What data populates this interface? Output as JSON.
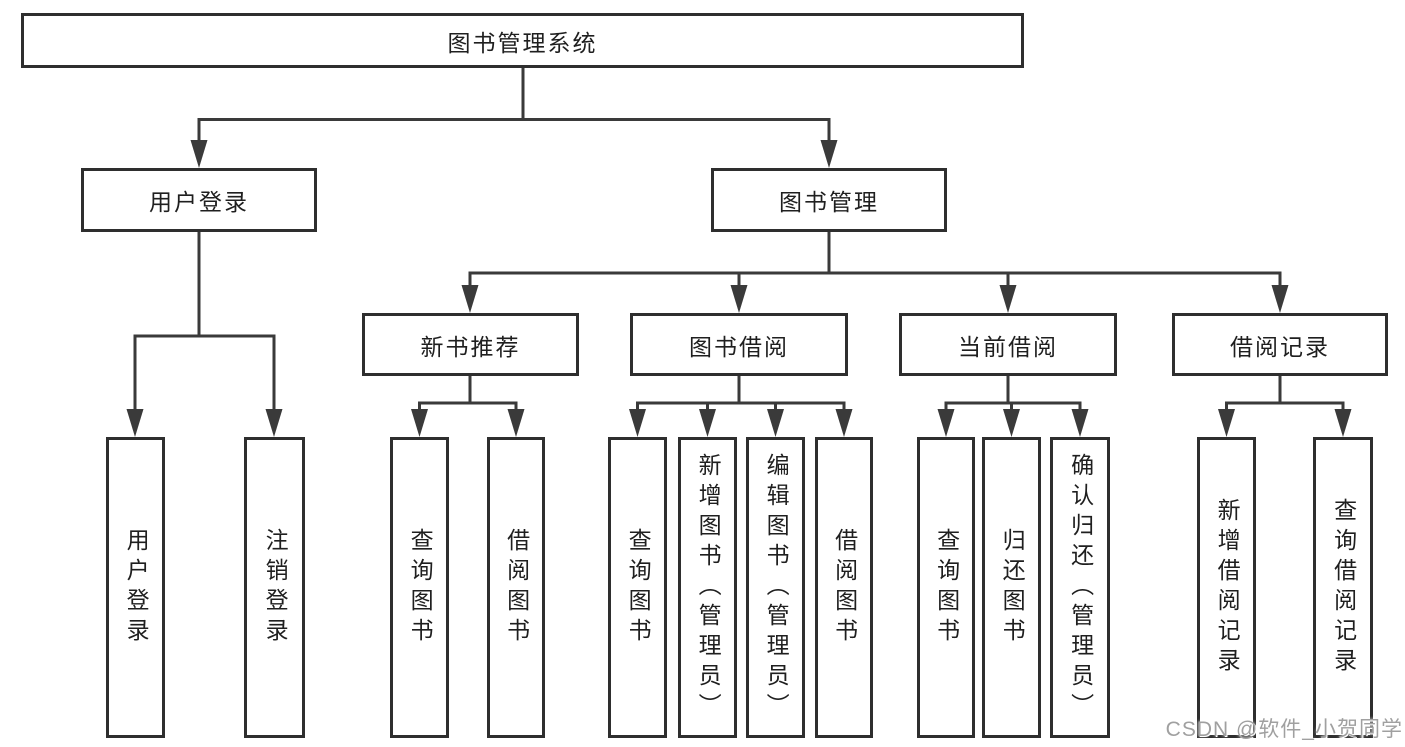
{
  "tree": {
    "root": "图书管理系统",
    "login": {
      "label": "用户登录",
      "children": [
        "用户登录",
        "注销登录"
      ]
    },
    "management": {
      "label": "图书管理"
    },
    "modules": [
      {
        "label": "新书推荐",
        "children": [
          "查询图书",
          "借阅图书"
        ]
      },
      {
        "label": "图书借阅",
        "children": [
          "查询图书",
          "新增图书（管理员）",
          "编辑图书（管理员）",
          "借阅图书"
        ]
      },
      {
        "label": "当前借阅",
        "children": [
          "查询图书",
          "归还图书",
          "确认归还（管理员）"
        ]
      },
      {
        "label": "借阅记录",
        "children": [
          "新增借阅记录",
          "查询借阅记录"
        ]
      }
    ]
  },
  "watermark": "CSDN @软件_小贺同学",
  "colors": {
    "line": "#3a3a3a",
    "box_border": "#2e2e2e",
    "text": "#1f1f1f",
    "watermark": "#a0a0a0",
    "background": "#ffffff"
  }
}
